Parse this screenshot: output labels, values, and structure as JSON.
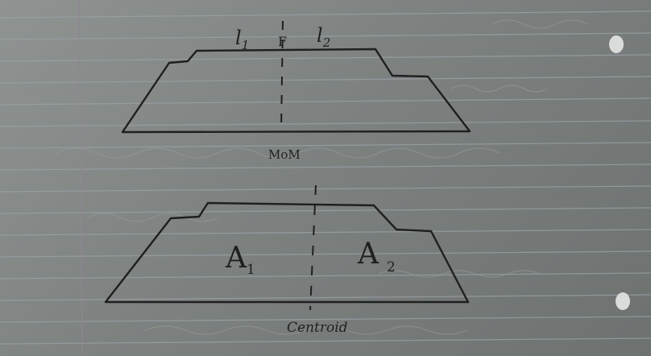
{
  "photo": {
    "subject": "notebook-page-sketch"
  },
  "sketch_top": {
    "label_left": "l1",
    "label_left_base": "l",
    "label_left_sub": "1",
    "label_center": "F",
    "label_right": "l2",
    "label_right_base": "l",
    "label_right_sub": "2",
    "caption": "MoM"
  },
  "sketch_bottom": {
    "area_left": "A1",
    "area_left_base": "A",
    "area_left_sub": "1",
    "area_right": "A2",
    "area_right_base": "A",
    "area_right_sub": "2",
    "caption": "Centroid"
  },
  "colors": {
    "paper": "#858988",
    "rule_line": "#9aa3a8",
    "margin_line": "#8f8a92",
    "ink": "#1f1f1f"
  }
}
